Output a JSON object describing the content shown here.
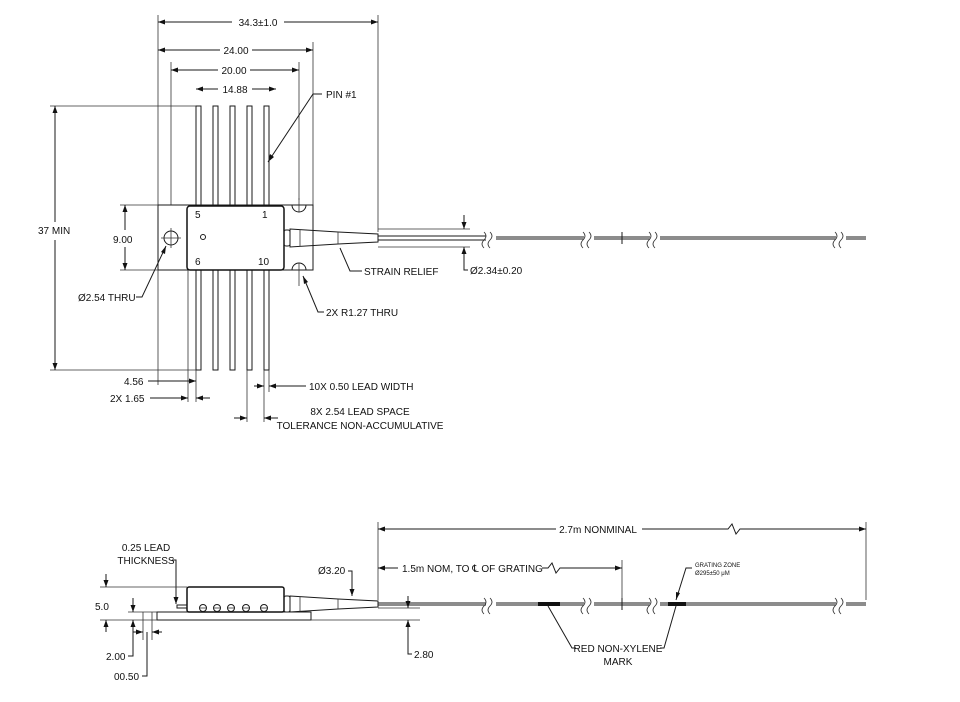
{
  "top_view": {
    "dim_overall": "34.3±1.0",
    "dim_24": "24.00",
    "dim_20": "20.00",
    "dim_1488": "14.88",
    "pin1": "PIN #1",
    "dim_37": "37 MIN",
    "dim_9": "9.00",
    "pin5": "5",
    "pin1_num": "1",
    "pin6": "6",
    "pin10": "10",
    "strain_relief": "STRAIN RELIEF",
    "dia_234": "Ø2.34±0.20",
    "dia_254": "Ø2.54 THRU",
    "r127": "2X R1.27 THRU",
    "dim_456": "4.56",
    "dim_165": "2X 1.65",
    "lead_width": "10X 0.50 LEAD WIDTH",
    "lead_space": "8X 2.54 LEAD SPACE",
    "tolerance": "TOLERANCE NON-ACCUMULATIVE"
  },
  "side_view": {
    "lead_thickness_1": "0.25 LEAD",
    "lead_thickness_2": "THICKNESS",
    "dim_5": "5.0",
    "dim_2": "2.00",
    "dim_05": "00.50",
    "dim_280": "2.80",
    "dia_320": "Ø3.20",
    "nom_15": "1.5m NOM, TO ℄ OF GRATING",
    "nom_27": "2.7m NONMINAL",
    "grating_zone_1": "GRATING ZONE",
    "grating_zone_2": "Ø295±50 μM",
    "red_mark_1": "RED NON-XYLENE",
    "red_mark_2": "MARK"
  }
}
